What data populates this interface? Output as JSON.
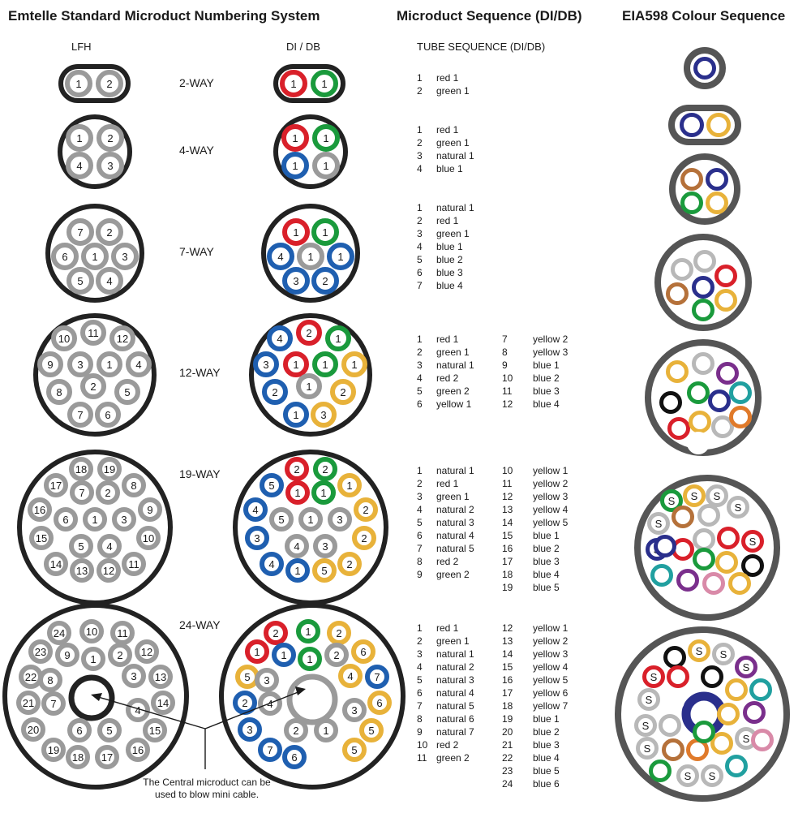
{
  "headers": {
    "numbering": "Emtelle Standard Microduct Numbering  System",
    "sequence": "Microduct Sequence (DI/DB)",
    "eia": "EIA598 Colour Sequence"
  },
  "subheaders": {
    "lfh": "LFH",
    "didb": "DI / DB",
    "tube_sequence": "TUBE SEQUENCE (DI/DB)"
  },
  "note": "The Central microduct can be used to blow mini cable.",
  "ways": [
    {
      "label": "2-WAY",
      "seq": [
        [
          "1",
          "red 1"
        ],
        [
          "2",
          "green 1"
        ]
      ]
    },
    {
      "label": "4-WAY",
      "seq": [
        [
          "1",
          "red 1"
        ],
        [
          "2",
          "green 1"
        ],
        [
          "3",
          "natural 1"
        ],
        [
          "4",
          "blue 1"
        ]
      ]
    },
    {
      "label": "7-WAY",
      "seq": [
        [
          "1",
          "natural 1"
        ],
        [
          "2",
          "red 1"
        ],
        [
          "3",
          "green 1"
        ],
        [
          "4",
          "blue 1"
        ],
        [
          "5",
          "blue 2"
        ],
        [
          "6",
          "blue 3"
        ],
        [
          "7",
          "blue 4"
        ]
      ]
    },
    {
      "label": "12-WAY",
      "seq": [
        [
          "1",
          "red 1"
        ],
        [
          "2",
          "green 1"
        ],
        [
          "3",
          "natural 1"
        ],
        [
          "4",
          "red 2"
        ],
        [
          "5",
          "green 2"
        ],
        [
          "6",
          "yellow 1"
        ],
        [
          "7",
          "yellow 2"
        ],
        [
          "8",
          "yellow 3"
        ],
        [
          "9",
          "blue 1"
        ],
        [
          "10",
          "blue 2"
        ],
        [
          "11",
          "blue 3"
        ],
        [
          "12",
          "blue 4"
        ]
      ]
    },
    {
      "label": "19-WAY",
      "seq": [
        [
          "1",
          "natural 1"
        ],
        [
          "2",
          "red 1"
        ],
        [
          "3",
          "green 1"
        ],
        [
          "4",
          "natural 2"
        ],
        [
          "5",
          "natural 3"
        ],
        [
          "6",
          "natural 4"
        ],
        [
          "7",
          "natural 5"
        ],
        [
          "8",
          "red 2"
        ],
        [
          "9",
          "green 2"
        ],
        [
          "10",
          "yellow 1"
        ],
        [
          "11",
          "yellow 2"
        ],
        [
          "12",
          "yellow 3"
        ],
        [
          "13",
          "yellow 4"
        ],
        [
          "14",
          "yellow 5"
        ],
        [
          "15",
          "blue 1"
        ],
        [
          "16",
          "blue 2"
        ],
        [
          "17",
          "blue 3"
        ],
        [
          "18",
          "blue 4"
        ],
        [
          "19",
          "blue 5"
        ]
      ]
    },
    {
      "label": "24-WAY",
      "seq": [
        [
          "1",
          "red 1"
        ],
        [
          "2",
          "green 1"
        ],
        [
          "3",
          "natural 1"
        ],
        [
          "4",
          "natural 2"
        ],
        [
          "5",
          "natural 3"
        ],
        [
          "6",
          "natural 4"
        ],
        [
          "7",
          "natural 5"
        ],
        [
          "8",
          "natural 6"
        ],
        [
          "9",
          "natural 7"
        ],
        [
          "10",
          "red 2"
        ],
        [
          "11",
          "green 2"
        ],
        [
          "12",
          "yellow 1"
        ],
        [
          "13",
          "yellow 2"
        ],
        [
          "14",
          "yellow 3"
        ],
        [
          "15",
          "yellow 4"
        ],
        [
          "16",
          "yellow 5"
        ],
        [
          "17",
          "yellow 6"
        ],
        [
          "18",
          "yellow 7"
        ],
        [
          "19",
          "blue 1"
        ],
        [
          "20",
          "blue 2"
        ],
        [
          "21",
          "blue 3"
        ],
        [
          "22",
          "blue 4"
        ],
        [
          "23",
          "blue 5"
        ],
        [
          "24",
          "blue 6"
        ]
      ]
    }
  ],
  "colors": {
    "red": "#d9202a",
    "green": "#1a9a3c",
    "blue": "#1f5fb0",
    "yellow": "#e8b23a",
    "natural": "#9a9a9a",
    "navy": "#2a2f8c",
    "brown": "#b5713a",
    "orange": "#e07a2a",
    "slate": "#b8b8b8",
    "white": "#ffffff",
    "black": "#111111",
    "violet": "#7a2f8c",
    "rose": "#d98aa8",
    "aqua": "#21a0a0",
    "jacket": "#222222",
    "eia_jacket": "#555555"
  },
  "lfh_numbers": {
    "2": [
      "1",
      "2"
    ],
    "4": [
      "1",
      "2",
      "4",
      "3"
    ],
    "7": [
      "7",
      "2",
      "6",
      "1",
      "3",
      "5",
      "4"
    ],
    "12": [
      "10",
      "11",
      "12",
      "9",
      "3",
      "1",
      "4",
      "8",
      "2",
      "5",
      "7",
      "6"
    ],
    "19": [
      "18",
      "19",
      "17",
      "7",
      "2",
      "8",
      "16",
      "9",
      "6",
      "1",
      "3",
      "15",
      "10",
      "5",
      "4",
      "14",
      "11",
      "13",
      "12"
    ],
    "24": [
      "24",
      "10",
      "11",
      "23",
      "12",
      "9",
      "1",
      "2",
      "22",
      "13",
      "8",
      "3",
      "21",
      "14",
      "7",
      "4",
      "20",
      "15",
      "6",
      "5",
      "19",
      "16",
      "18",
      "17"
    ]
  },
  "didb_numbers": {
    "2": [
      "1",
      "1"
    ],
    "4": [
      "1",
      "1",
      "1",
      "1"
    ],
    "7": [
      "1",
      "1",
      "4",
      "1",
      "1",
      "3",
      "2"
    ],
    "12": [
      "4",
      "2",
      "1",
      "3",
      "1",
      "1",
      "1",
      "2",
      "1",
      "2",
      "1",
      "3"
    ],
    "19": [
      "2",
      "2",
      "5",
      "1",
      "1",
      "1",
      "4",
      "2",
      "5",
      "1",
      "3",
      "3",
      "2",
      "4",
      "3",
      "4",
      "2",
      "1",
      "5"
    ],
    "24": [
      "2",
      "1",
      "2",
      "1",
      "6",
      "1",
      "1",
      "2",
      "5",
      "7",
      "3",
      "4",
      "2",
      "6",
      "4",
      "3",
      "3",
      "5",
      "2",
      "1",
      "7",
      "5",
      "6"
    ]
  },
  "eia_label": "S"
}
